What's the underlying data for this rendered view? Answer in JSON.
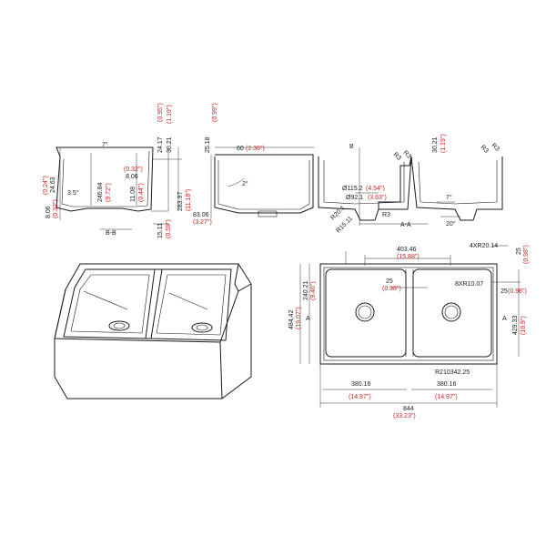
{
  "sections": {
    "bb": "B-B",
    "aa": "A-A",
    "b_marker": "B",
    "a_left": "A",
    "a_right": "A"
  },
  "section_bb": {
    "angle_top": "7°",
    "d8_06": "8.06",
    "d8_06_in": "(0.32\")",
    "d24_63": "24.63",
    "d24_63_in": "(0.24\")",
    "angle_35": "3.5°",
    "d246_84": "246.84",
    "d246_84_in": "(9.72\")",
    "d8_06b": "8.06",
    "d8_06b_in": "(0.32\")",
    "d11_08": "11.08",
    "d11_08_in": "(0.44\")",
    "d24_17": "24.17",
    "d24_17_in": "(0.95\")",
    "d30_21": "30.21",
    "d30_21_in": "(1.19\")",
    "d283_97": "283.97",
    "d283_97_in": "(11.18\")",
    "d15_11": "15.11",
    "d15_11_in": "(0.59\")"
  },
  "side_view": {
    "d25_18": "25.18",
    "d25_18_in": "(0.99\")",
    "d60": "60",
    "d60_in": "(2.36\")",
    "angle_2": "2°",
    "d83_06": "83.06",
    "d83_06_in": "(3.27\")"
  },
  "section_aa": {
    "r3_a": "R3",
    "r3_b": "R3",
    "r3_c": "R3",
    "r3_d": "R3",
    "r3_e": "R3",
    "d30_21": "30.21",
    "d30_21_in": "(1.19\")",
    "phi115": "Ø115.2",
    "phi115_in": "(4.54\")",
    "phi92": "Ø92.1",
    "phi92_in": "(3.63\")",
    "r20": "R20.1",
    "r15": "R15.11",
    "angle_7": "7°",
    "angle_20": "20°"
  },
  "plan_view": {
    "d403_46": "403.46",
    "d403_46_in": "(15.88\")",
    "rad4x": "4XR20.14",
    "d25_top": "25",
    "d25_top_in": "(0.98\")",
    "d25_mid": "25",
    "d25_mid_in": "(0.98\")",
    "rad8x": "8XR10.07",
    "d25_right": "25",
    "d25_right_in": "(0.98\")",
    "d240_21": "240.21",
    "d240_21_in": "(9.46\")",
    "d484_42": "484.42",
    "d484_42_in": "(19.07\")",
    "d429_33": "429.33",
    "d429_33_in": "(16.9\")",
    "r2103": "R210342.25",
    "d380_l": "380.16",
    "d380_l_in": "(14.97\")",
    "d380_r": "380.16",
    "d380_r_in": "(14.97\")",
    "d844": "844",
    "d844_in": "(33.23\")"
  }
}
